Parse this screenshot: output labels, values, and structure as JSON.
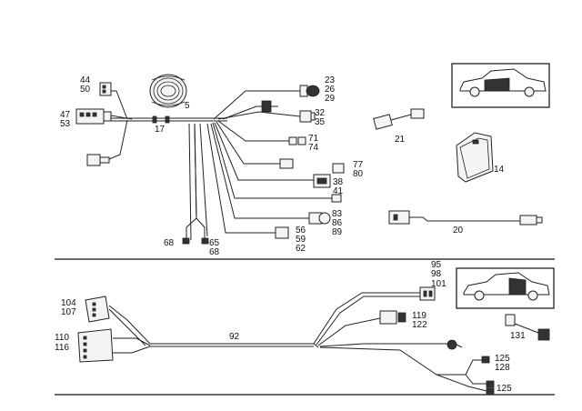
{
  "callouts_top": {
    "c44": "44",
    "c50": "50",
    "c5": "5",
    "c47": "47",
    "c53": "53",
    "c17": "17",
    "c23": "23",
    "c26": "26",
    "c29": "29",
    "c32": "32",
    "c35": "35",
    "c71": "71",
    "c74": "74",
    "c77": "77",
    "c80": "80",
    "c38": "38",
    "c41": "41",
    "c83": "83",
    "c86": "86",
    "c89": "89",
    "c56": "56",
    "c59": "59",
    "c62": "62",
    "c68a": "68",
    "c65": "65",
    "c68b": "68",
    "c21": "21",
    "c14": "14",
    "c20": "20"
  },
  "callouts_bottom": {
    "c95": "95",
    "c98": "98",
    "c101": "101",
    "c104": "104",
    "c107": "107",
    "c119": "119",
    "c122": "122",
    "c110": "110",
    "c116": "116",
    "c92": "92",
    "c131": "131",
    "c125a": "125",
    "c128": "128",
    "c125b": "125"
  }
}
